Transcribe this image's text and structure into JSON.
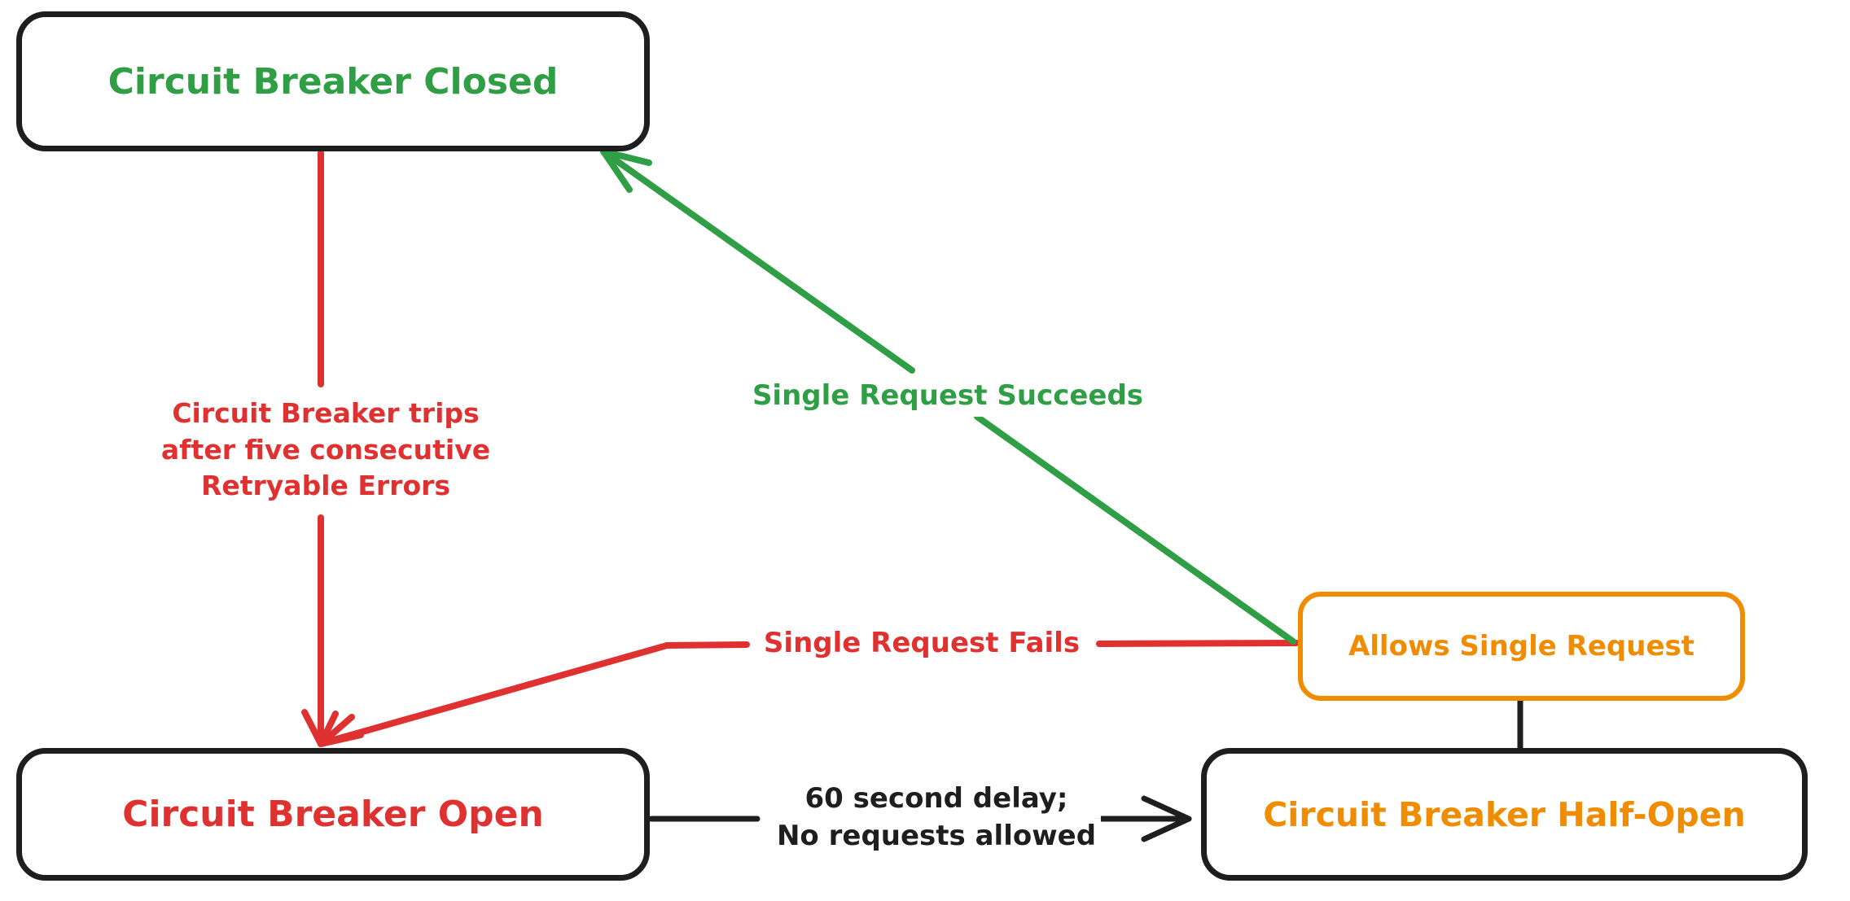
{
  "colors": {
    "green": "#2f9e44",
    "red": "#e03131",
    "orange": "#f08c00",
    "ink": "#1e1e1e",
    "background": "#ffffff"
  },
  "nodes": {
    "closed": {
      "label": "Circuit Breaker Closed",
      "text_color": "#2f9e44",
      "border_color": "#1e1e1e"
    },
    "open": {
      "label": "Circuit Breaker Open",
      "text_color": "#e03131",
      "border_color": "#1e1e1e"
    },
    "half_open": {
      "label": "Circuit Breaker Half-Open",
      "text_color": "#f08c00",
      "border_color": "#1e1e1e"
    },
    "allows_single_request": {
      "label": "Allows Single Request",
      "text_color": "#f08c00",
      "border_color": "#f08c00"
    }
  },
  "edges": {
    "trip": {
      "from": "closed",
      "to": "open",
      "color": "#e03131",
      "label_lines": [
        "Circuit Breaker trips",
        "after five consecutive",
        "Retryable Errors"
      ]
    },
    "single_request_succeeds": {
      "from": "allows_single_request",
      "to": "closed",
      "color": "#2f9e44",
      "label": "Single Request Succeeds"
    },
    "single_request_fails": {
      "from": "allows_single_request",
      "to": "open",
      "color": "#e03131",
      "label": "Single Request Fails"
    },
    "delay": {
      "from": "open",
      "to": "half_open",
      "color": "#1e1e1e",
      "label_lines": [
        "60 second delay;",
        "No requests allowed"
      ]
    },
    "half_open_connector": {
      "from": "allows_single_request",
      "to": "half_open",
      "color": "#1e1e1e",
      "label": ""
    }
  }
}
